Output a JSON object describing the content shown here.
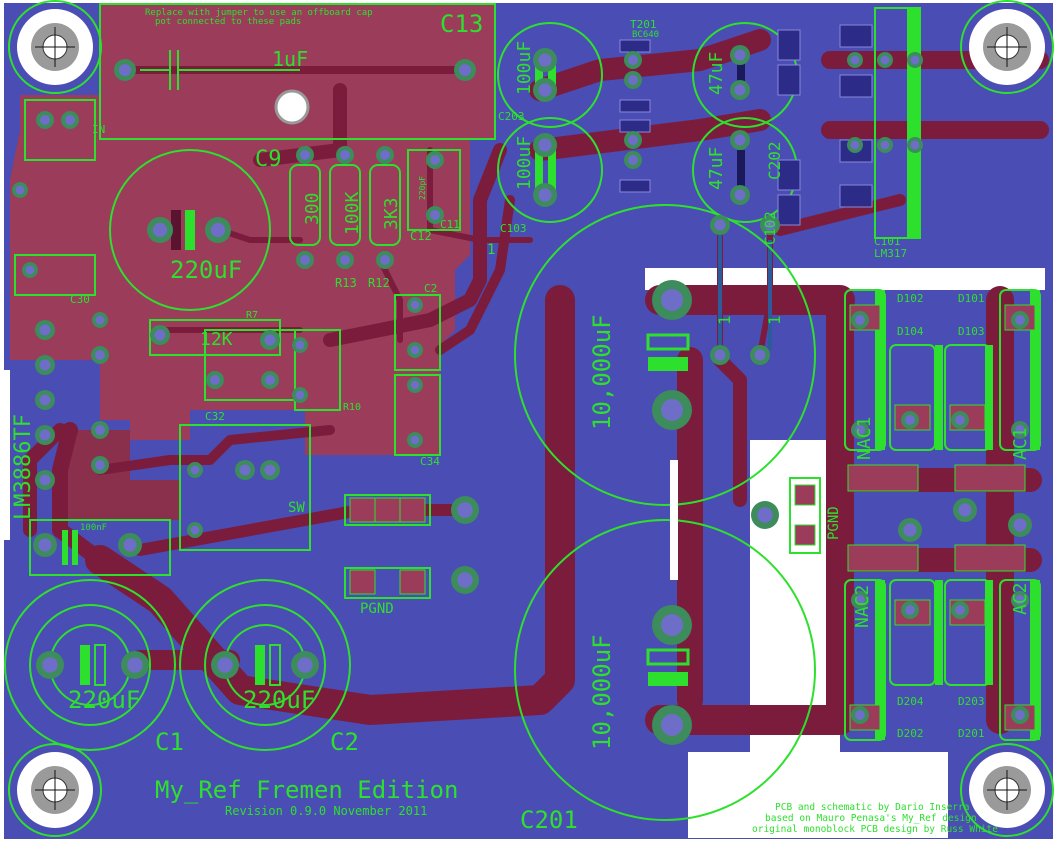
{
  "board": {
    "title": "My_Ref Fremen Edition",
    "revision": "Revision 0.9.0 November 2011",
    "credits": [
      "PCB and schematic by Dario Inserra",
      "based on Mauro Penasa's My_Ref design",
      "original monoblock PCB design by Russ White"
    ],
    "note": [
      "Replace with jumper to use an offboard cap",
      "pot connected to these pads"
    ]
  },
  "labels": {
    "c13": "C13",
    "c13_value": "1uF",
    "c9": "C9",
    "c9_value": "220uF",
    "r300": "300",
    "r100k": "100K",
    "r3k3": "3K3",
    "r13": "R13",
    "r12": "R12",
    "c12": "C12",
    "c11": "C11",
    "c11_value": "220pF",
    "c103": "C103",
    "c101": "C101",
    "lm317": "LM317",
    "t201": "T201",
    "bc640": "BC640",
    "c203": "C203",
    "c203_value": "100uF",
    "c204_value": "100uF",
    "c202": "C202",
    "c202_value": "47uF",
    "c204b_value": "47uF",
    "c102": "C102",
    "bigcap_top": "10,000uF",
    "bigcap_bot": "10,000uF",
    "c201": "C201",
    "c1": "C1",
    "c1_value": "220uF",
    "c2": "C2",
    "c2_value": "220uF",
    "ic": "LM3886TF",
    "r12k": "12K",
    "c30": "C30",
    "c32": "C32",
    "c34": "C34",
    "c2b": "C2",
    "r10": "R10",
    "r7": "R7",
    "in": "IN",
    "pgnd": "PGND",
    "pgnd2": "PGND",
    "nac1": "NAC1",
    "ac1": "AC1",
    "nac2": "NAC2",
    "ac2": "AC2",
    "d101": "D101",
    "d102": "D102",
    "d103": "D103",
    "d104": "D104",
    "d201": "D201",
    "d202": "D202",
    "d203": "D203",
    "d204": "D204",
    "sw": "SW",
    "c100nf": "100nF",
    "jumper1": "1",
    "jumper2": "1",
    "jumper3": "1",
    "plus": "+"
  },
  "colors": {
    "background": "#4a4db3",
    "copper_top": "#9b3c5a",
    "copper_trace": "#7c1c3c",
    "silk": "#2ee02e",
    "pad": "#3c8c5c",
    "via": "#6e6ec8",
    "keepout": "#ffffff",
    "dark_copper": "#5a1430"
  }
}
